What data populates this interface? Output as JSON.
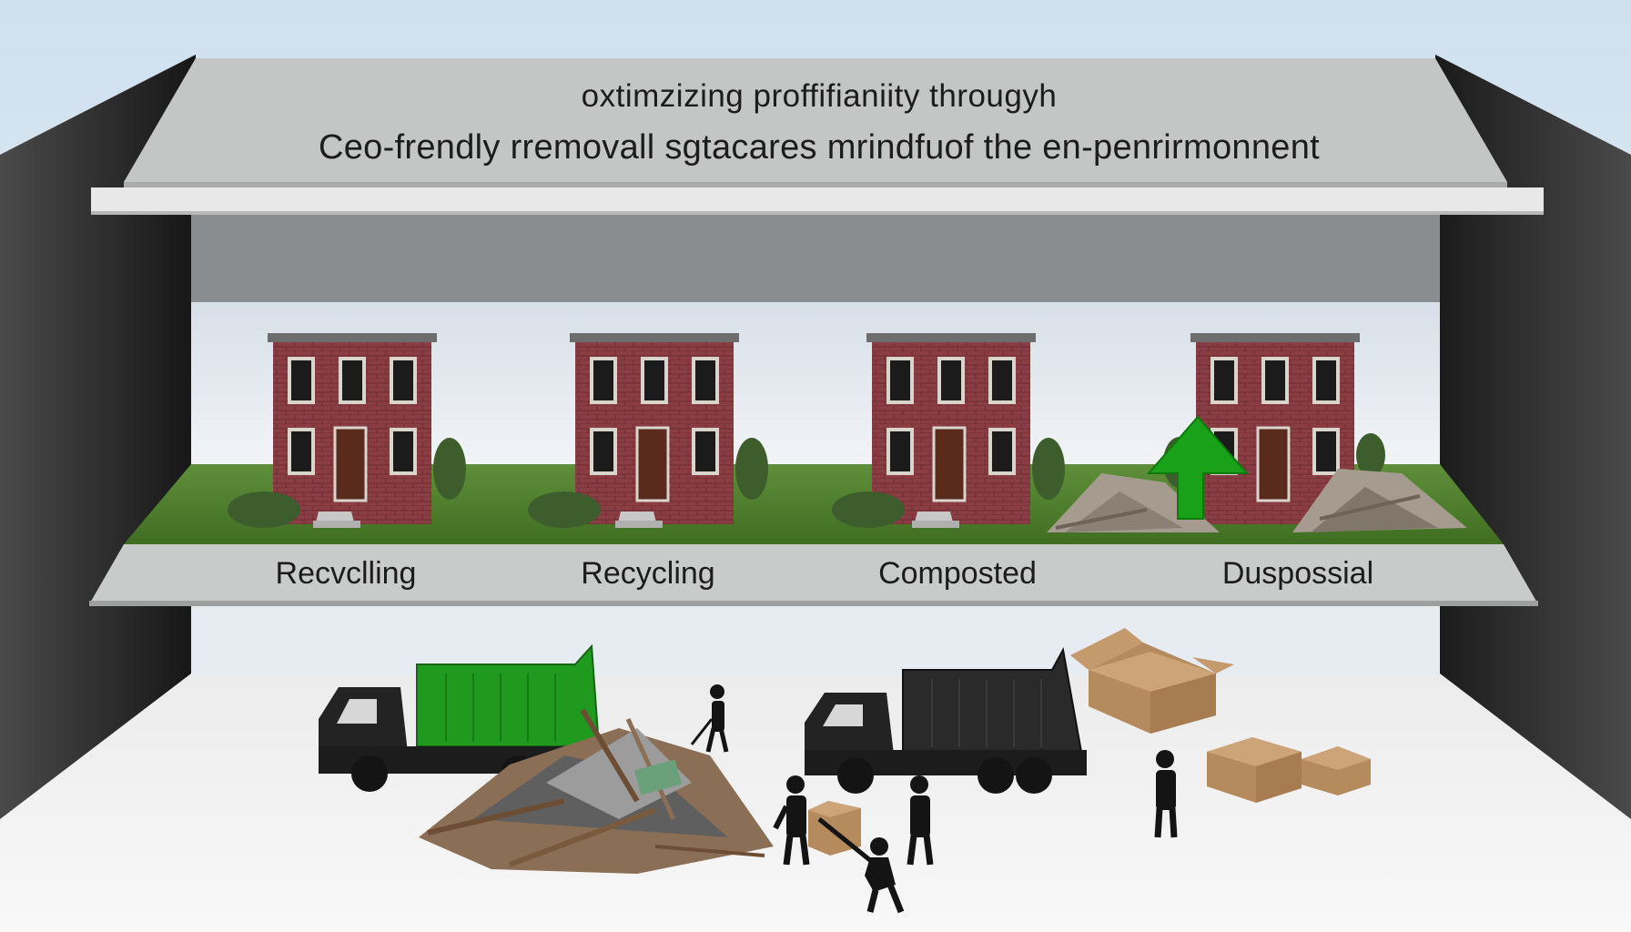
{
  "banner": {
    "line1": "oxtimzizing proffifianiity througyh",
    "line2": "Ceo-frendly  rremovall sgtacares  mrindfuof the en-penrirmonnent"
  },
  "stages": [
    {
      "label": "Recvclling"
    },
    {
      "label": "Recycling"
    },
    {
      "label": "Composted"
    },
    {
      "label": "Duspossial"
    }
  ],
  "colors": {
    "brick": "#8b3f45",
    "grass": "#5a8a34",
    "truck_green": "#1f9a1f",
    "truck_black": "#2a2a2a",
    "arrow_green": "#1aa11a",
    "frame_dark": "#2c2c2c",
    "roof_gray": "#c2c4c4"
  },
  "icons": [
    "house-icon",
    "dump-truck-icon",
    "worker-icon",
    "cardboard-box-icon",
    "up-arrow-icon",
    "debris-pile-icon",
    "shrub-icon"
  ]
}
